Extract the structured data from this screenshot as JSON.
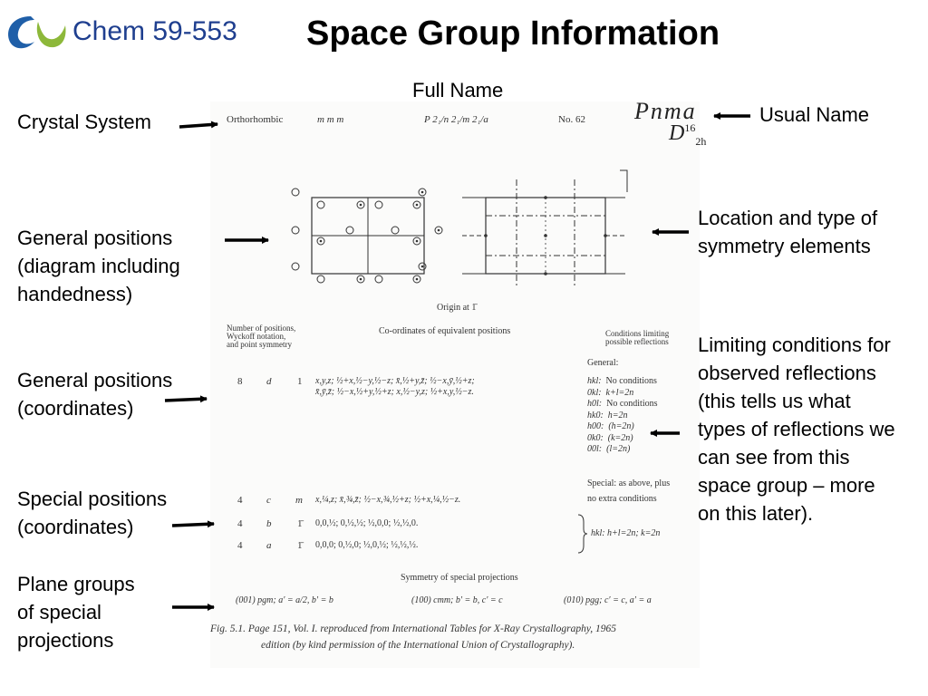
{
  "header": {
    "course": "Chem 59-553",
    "title": "Space Group Information"
  },
  "annotations": {
    "full_name": "Full Name",
    "crystal_system": "Crystal System",
    "usual_name": "Usual Name",
    "general_positions_diagram": [
      "General positions",
      "(diagram including",
      "handedness)"
    ],
    "symmetry_elements": [
      "Location and type of",
      "symmetry elements"
    ],
    "limiting_conditions": [
      "Limiting conditions for",
      "observed reflections",
      "(this tells us what",
      "types of reflections we",
      "can see from this",
      "space group – more",
      "on this later)."
    ],
    "general_positions_coords": [
      "General positions",
      "(coordinates)"
    ],
    "special_positions": [
      "Special positions",
      "(coordinates)"
    ],
    "plane_groups": [
      "Plane groups",
      "of special",
      "projections"
    ]
  },
  "scan": {
    "crystal_system": "Orthorhombic",
    "point_group": "m m m",
    "full_symbol": "P 2₁/n 2₁/m 2₁/a",
    "number": "No. 62",
    "usual_symbol": "Pnma",
    "schoenflies": "D",
    "schoenflies_sub": "2h",
    "schoenflies_sup": "16",
    "origin": "Origin at 1̄",
    "col_left": [
      "Number of positions,",
      "Wyckoff notation,",
      "and point symmetry"
    ],
    "col_mid": "Co-ordinates of equivalent positions",
    "col_right": [
      "Conditions limiting",
      "possible reflections"
    ],
    "general_label": "General:",
    "general_row": {
      "mult": "8",
      "wyck": "d",
      "sym": "1",
      "line1": "x,y,z;   ½+x,½−y,½−z;   x̄,½+y,z̄;   ½−x,ȳ,½+z;",
      "line2": "x̄,ȳ,z̄;   ½−x,½+y,½+z;   x,½−y,z;   ½+x,y,½−z."
    },
    "conditions": [
      {
        "hkl": "hkl:",
        "cond": "No conditions"
      },
      {
        "hkl": "0kl:",
        "cond": "k+l=2n"
      },
      {
        "hkl": "h0l:",
        "cond": "No conditions"
      },
      {
        "hkl": "hk0:",
        "cond": "h=2n"
      },
      {
        "hkl": "h00:",
        "cond": "(h=2n)"
      },
      {
        "hkl": "0k0:",
        "cond": "(k=2n)"
      },
      {
        "hkl": "00l:",
        "cond": "(l=2n)"
      }
    ],
    "special_label": "Special: as above, plus",
    "special_label2": "no extra conditions",
    "special_rows": [
      {
        "mult": "4",
        "wyck": "c",
        "sym": "m",
        "coords": "x,¼,z;   x̄,¾,z̄;   ½−x,¾,½+z;   ½+x,¼,½−z."
      },
      {
        "mult": "4",
        "wyck": "b",
        "sym": "1̄",
        "coords": "0,0,½;   0,½,½;   ½,0,0;   ½,½,0."
      },
      {
        "mult": "4",
        "wyck": "a",
        "sym": "1̄",
        "coords": "0,0,0;   0,½,0;   ½,0,½;   ½,½,½."
      }
    ],
    "special_condition": "hkl:  h+l=2n;   k=2n",
    "projections_title": "Symmetry of special projections",
    "projections": [
      "(001) pgm;   a′ = a/2, b′ = b",
      "(100) cmm;   b′ = b, c′ = c",
      "(010) pgg;   c′ = c, a′ = a"
    ],
    "caption1": "Fig. 5.1.  Page 151, Vol. I. reproduced from International Tables for X-Ray Crystallography, 1965",
    "caption2": "edition (by kind permission of the International Union of Crystallography)."
  },
  "colors": {
    "course": "#1f3f8f",
    "logo_blue": "#1f5fa8",
    "logo_green": "#8db83a"
  }
}
